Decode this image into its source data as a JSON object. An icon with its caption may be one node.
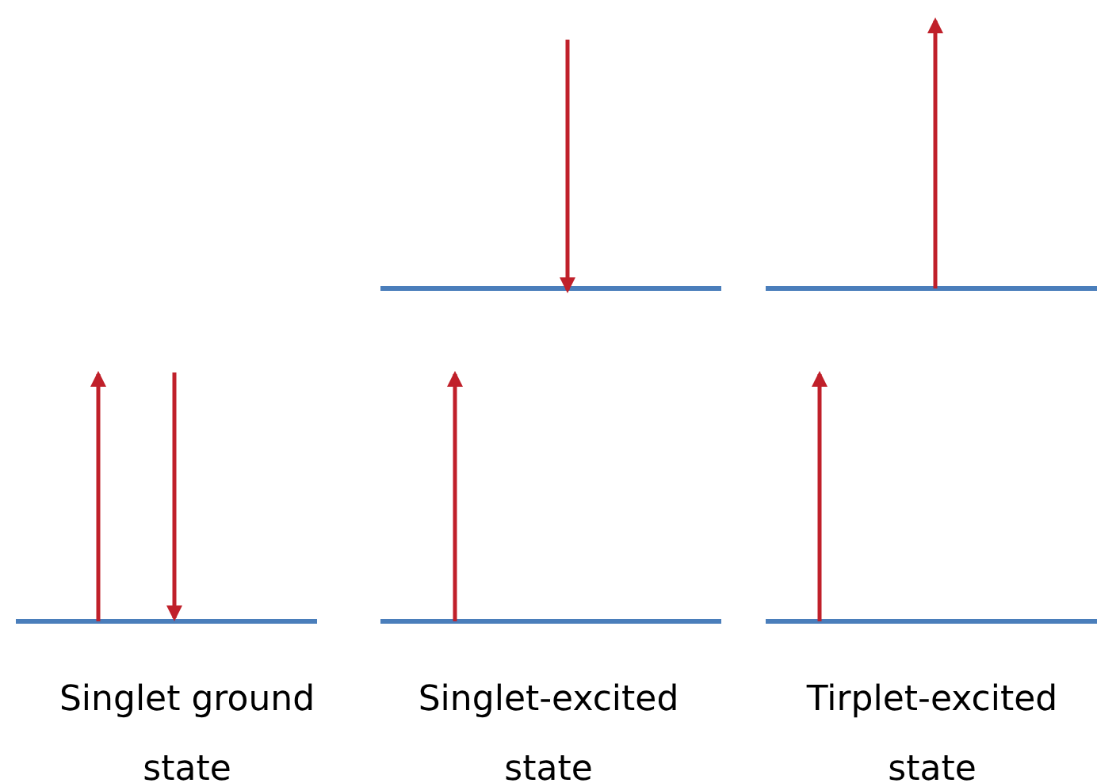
{
  "diagram": {
    "labels": [
      "Singlet ground state",
      "Singlet-excited state",
      "Tirplet-excited state"
    ]
  }
}
